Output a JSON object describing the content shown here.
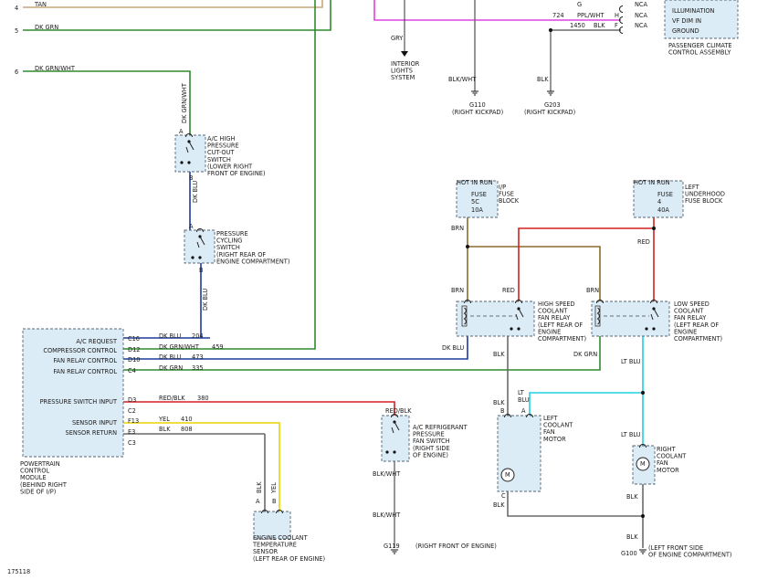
{
  "diagram_id": "175118",
  "wires": {
    "tan": "TAN",
    "dk_grn": "DK GRN",
    "dk_grn_wht": "DK GRN/WHT",
    "gry": "GRY",
    "ppl_wht": "PPL/WHT",
    "blk": "BLK",
    "blk_wht": "BLK/WHT",
    "dk_blu": "DK BLU",
    "red": "RED",
    "brn": "BRN",
    "lt_blu": "LT BLU",
    "red_blk": "RED/BLK",
    "yel": "YEL",
    "lt": "LT",
    "blu": "BLU"
  },
  "wire_colors": {
    "dk_grn": "#2e8b2e",
    "tan": "#c8a878",
    "dk_blu": "#1c3c9c",
    "red": "#d42020",
    "yel": "#e8d400",
    "brn": "#8b6a2a",
    "lt_blu": "#20d0e0",
    "blk": "#6a6a6a",
    "ppl_wht": "#e040e0"
  },
  "rows": {
    "r4": "4",
    "r5": "5",
    "r6": "6",
    "c724": "724",
    "c1450": "1450",
    "c204": "204",
    "c459": "459",
    "c473": "473",
    "c335": "335",
    "c380": "380",
    "c410": "410",
    "c808": "808"
  },
  "passenger_climate": {
    "pin_g": "G",
    "pin_h": "H",
    "pin_f": "F",
    "nca": "NCA",
    "illumination": "ILLUMINATION",
    "vf_dim_in": "VF DIM IN",
    "ground": "GROUND",
    "label": [
      "PASSENGER CLIMATE",
      "CONTROL ASSEMBLY"
    ]
  },
  "interior_lights": [
    "INTERIOR",
    "LIGHTS",
    "SYSTEM"
  ],
  "g110": {
    "id": "G110",
    "loc": "(RIGHT KICKPAD)"
  },
  "g203": {
    "id": "G203",
    "loc": "(RIGHT KICKPAD)"
  },
  "ac_high_switch": {
    "pin_a": "A",
    "pin_b": "B",
    "label": [
      "A/C HIGH",
      "PRESSURE",
      "CUT-OUT",
      "SWITCH",
      "(LOWER RIGHT",
      "FRONT OF ENGINE)"
    ]
  },
  "pressure_cycling": {
    "pin_a": "A",
    "pin_b": "B",
    "label": [
      "PRESSURE",
      "CYCLING",
      "SWITCH",
      "(RIGHT REAR OF",
      "ENGINE COMPARTMENT)"
    ]
  },
  "pcm": {
    "pins": [
      "C16",
      "D12",
      "D10",
      "C4",
      "D3",
      "C2",
      "F13",
      "E3",
      "C3"
    ],
    "ac_request": "A/C REQUEST",
    "compressor_control": "COMPRESSOR CONTROL",
    "fan_relay_control": "FAN RELAY CONTROL",
    "pressure_switch_input": "PRESSURE SWITCH INPUT",
    "sensor_input": "SENSOR INPUT",
    "sensor_return": "SENSOR RETURN",
    "label": [
      "POWERTRAIN",
      "CONTROL",
      "MODULE",
      "(BEHIND RIGHT",
      "SIDE OF I/P)"
    ]
  },
  "fuse_5c": {
    "hot": "HOT IN RUN",
    "name": "FUSE",
    "num": "5C",
    "amps": "10A",
    "block": [
      "I/P",
      "FUSE",
      "BLOCK"
    ]
  },
  "fuse_4": {
    "hot": "HOT IN RUN",
    "name": "FUSE",
    "num": "4",
    "amps": "40A",
    "block": [
      "LEFT",
      "UNDERHOOD",
      "FUSE BLOCK"
    ]
  },
  "high_relay": {
    "label": [
      "HIGH SPEED",
      "COOLANT",
      "FAN RELAY",
      "(LEFT REAR OF",
      "ENGINE",
      "COMPARTMENT)"
    ]
  },
  "low_relay": {
    "label": [
      "LOW SPEED",
      "COOLANT",
      "FAN RELAY",
      "(LEFT REAR OF",
      "ENGINE",
      "COMPARTMENT)"
    ]
  },
  "ac_refrig_switch": {
    "label": [
      "A/C REFRIGERANT",
      "PRESSURE",
      "FAN SWITCH",
      "(RIGHT SIDE",
      "OF ENGINE)"
    ]
  },
  "left_fan": {
    "pin_a": "A",
    "pin_b": "B",
    "pin_c": "C",
    "motor": "M",
    "label": [
      "LEFT",
      "COOLANT",
      "FAN",
      "MOTOR"
    ]
  },
  "right_fan": {
    "motor": "M",
    "label": [
      "RIGHT",
      "COOLANT",
      "FAN",
      "MOTOR"
    ]
  },
  "ect_sensor": {
    "pin_a": "A",
    "pin_b": "B",
    "label": [
      "ENGINE COOLANT",
      "TEMPERATURE",
      "SENSOR",
      "(LEFT REAR OF ENGINE)"
    ]
  },
  "g119": {
    "id": "G119",
    "loc": "(RIGHT FRONT OF ENGINE)"
  },
  "g100": {
    "id": "G100",
    "loc": [
      "(LEFT FRONT SIDE",
      "OF ENGINE COMPARTMENT)"
    ]
  }
}
